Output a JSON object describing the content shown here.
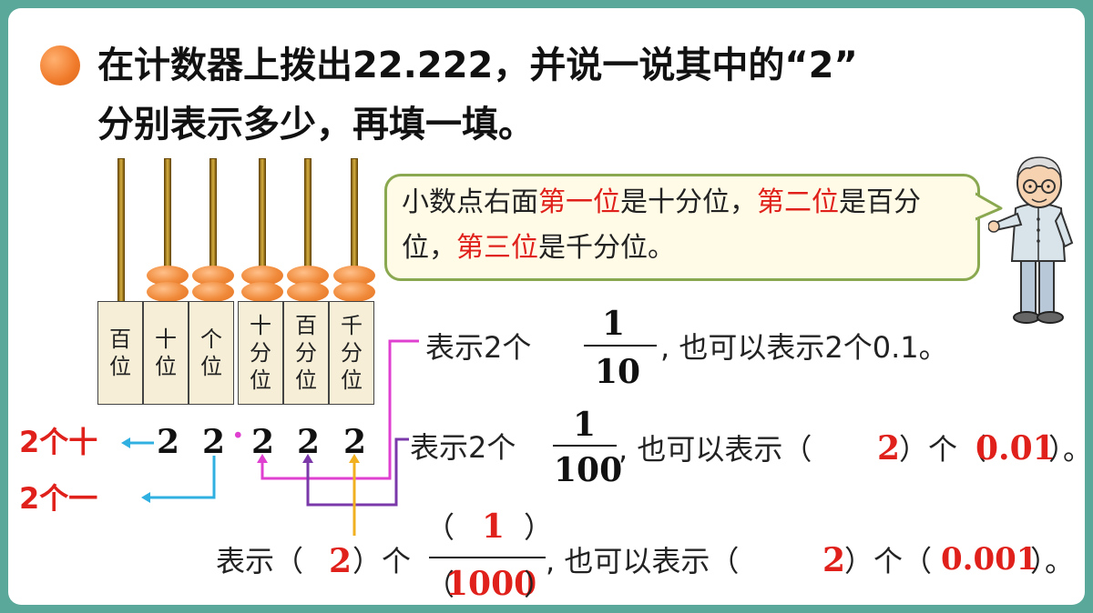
{
  "question": {
    "line1": "在计数器上拨出22.222，并说一说其中的“2”",
    "line2": "分别表示多少，再填一填。"
  },
  "abacus": {
    "place_labels": [
      {
        "top": "百",
        "bottom": "位",
        "third": ""
      },
      {
        "top": "十",
        "bottom": "位",
        "third": ""
      },
      {
        "top": "个",
        "bottom": "位",
        "third": ""
      },
      {
        "top": "十",
        "bottom": "分",
        "third": "位"
      },
      {
        "top": "百",
        "bottom": "分",
        "third": "位"
      },
      {
        "top": "千",
        "bottom": "分",
        "third": "位"
      }
    ],
    "digits": [
      "2",
      "2",
      "2",
      "2",
      "2"
    ],
    "decimal_point": "·"
  },
  "speech": {
    "parts": [
      {
        "t": "小数点右面",
        "red": false
      },
      {
        "t": "第一位",
        "red": true
      },
      {
        "t": "是十分位，",
        "red": false
      },
      {
        "t": "第二位",
        "red": true
      },
      {
        "t": "是百分位，",
        "red": false
      },
      {
        "t": "第三位",
        "red": true
      },
      {
        "t": "是千分位。",
        "red": false
      }
    ]
  },
  "labels": {
    "tens": "2个十",
    "ones": "2个一"
  },
  "line_tenths": {
    "prefix": "表示2个",
    "num": "1",
    "den": "10",
    "suffix": ", 也可以表示2个0.1。"
  },
  "line_hundredths": {
    "prefix": "表示2个",
    "num": "1",
    "den": "100",
    "mid": ", 也可以表示（",
    "ans1": "2",
    "mid2": "）个（",
    "ans2": "0.01",
    "end": "）。"
  },
  "line_thousandths": {
    "prefix": "表示（",
    "ans1": "2",
    "mid": "）个",
    "num_open": "（",
    "num": "1",
    "num_close": "）",
    "den_open": "（",
    "den": "1000",
    "den_close": "）",
    "mid2": ", 也可以表示（",
    "ans2": "2",
    "mid3": "）个（",
    "ans3": "0.001",
    "end": "）。"
  },
  "colors": {
    "border": "#5aa89a",
    "accent_red": "#e0201a",
    "bead": "#f08a3a",
    "magenta": "#e040d0",
    "purple": "#7a38a8",
    "orange": "#f0b020",
    "cyan": "#30b0e0"
  },
  "icons": [
    "bullet-icon",
    "teacher-illustration"
  ]
}
